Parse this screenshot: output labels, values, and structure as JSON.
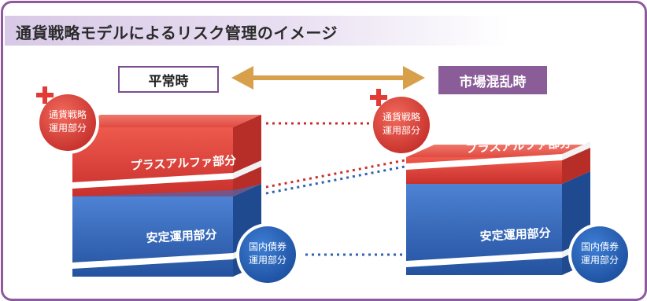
{
  "title": "通貨戦略モデルによるリスク管理のイメージ",
  "states": {
    "normal": "平常時",
    "turmoil": "市場混乱時"
  },
  "left_box": {
    "top_label": "プラスアルファ部分",
    "bottom_label": "安定運用部分"
  },
  "right_box": {
    "top_label": "プラスアルファ部分",
    "bottom_label": "安定運用部分"
  },
  "badges": {
    "currency_line1": "通貨戦略",
    "currency_line2": "運用部分",
    "bond_line1": "国内債券",
    "bond_line2": "運用部分"
  },
  "colors": {
    "frame": "#8e5a9e",
    "arrow": "#d9a04b",
    "red": "#d9403b",
    "blue": "#2f62b5"
  }
}
